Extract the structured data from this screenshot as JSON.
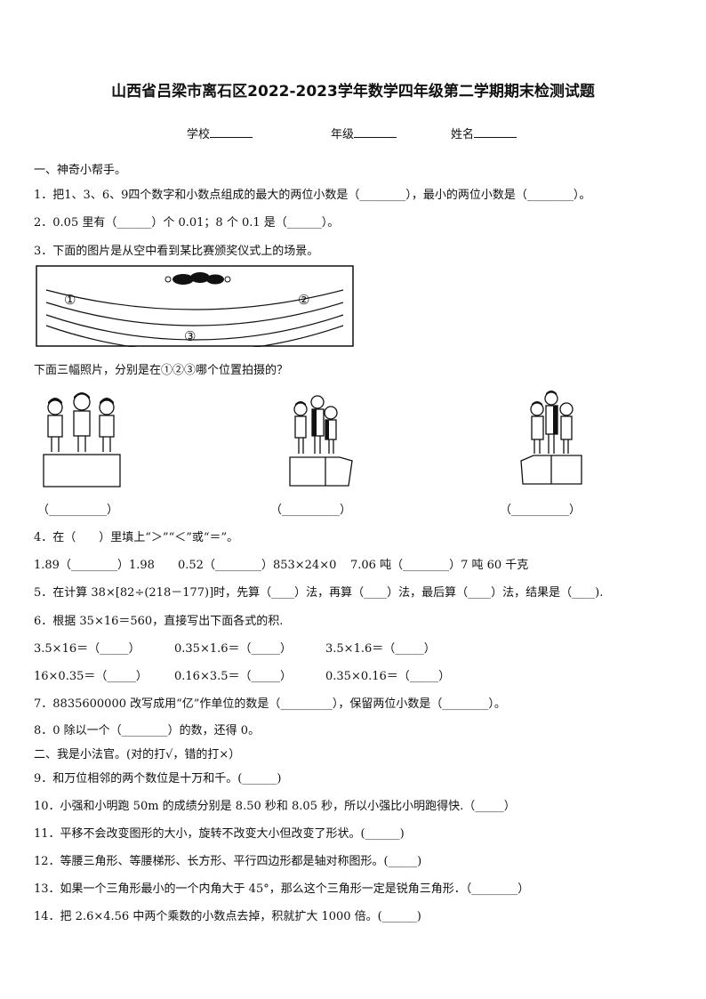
{
  "title": "山西省吕梁市离石区2022-2023学年数学四年级第二学期期末检测试题",
  "info": {
    "school_label": "学校",
    "grade_label": "年级",
    "name_label": "姓名"
  },
  "section1": "一、神奇小帮手。",
  "q1": "1．把1、3、6、9四个数字和小数点组成的最大的两位小数是（________），最小的两位小数是（________）。",
  "q2": "2．0.05 里有（______）个 0.01；8 个 0.1 是（______）。",
  "q3": "3．下面的图片是从空中看到某比赛颁奖仪式上的场景。",
  "q3_positions": [
    "①",
    "②",
    "③"
  ],
  "q3_sub": "下面三幅照片，分别是在①②③哪个位置拍摄的？",
  "q3_answers": [
    "（__________）",
    "（__________）",
    "（__________）"
  ],
  "q4": "4．在（　　）里填上“＞”“＜”或“＝”。",
  "q4_items": [
    "1.89（________）1.98",
    "0.52（________）853×24×0",
    "7.06 吨（________）7 吨 60 千克"
  ],
  "q5": "5．在计算 38×[82÷(218－177)]时，先算（____）法，再算（____）法，最后算（____）法，结果是（____).",
  "q6": "6．根据 35×16＝560，直接写出下面各式的积.",
  "q6_row1": [
    "3.5×16＝（_____）",
    "0.35×1.6＝（_____）",
    "3.5×1.6＝（_____）"
  ],
  "q6_row2": [
    "16×0.35＝（_____）",
    "0.16×3.5＝（_____）",
    "0.35×0.16＝（_____）"
  ],
  "q7": "7．8835600000 改写成用“亿”作单位的数是（_________），保留两位小数是（________）。",
  "q8": "8．0 除以一个（________）的数，还得 0。",
  "section2": "二、我是小法官。(对的打√，错的打×）",
  "q9": "9．和万位相邻的两个数位是十万和千。(______)",
  "q10": "10．小强和小明跑 50m 的成绩分别是 8.50 秒和 8.05 秒，所以小强比小明跑得快.（_____）",
  "q11": "11．平移不会改变图形的大小，旋转不改变大小但改变了形状。(______)",
  "q12": "12．等腰三角形、等腰梯形、长方形、平行四边形都是轴对称图形。(_____)",
  "q13": "13．如果一个三角形最小的一个内角大于 45°，那么这个三角形一定是锐角三角形．（________）",
  "q14": "14．把 2.6×4.56 中两个乘数的小数点去掉，积就扩大 1000 倍。(______)"
}
